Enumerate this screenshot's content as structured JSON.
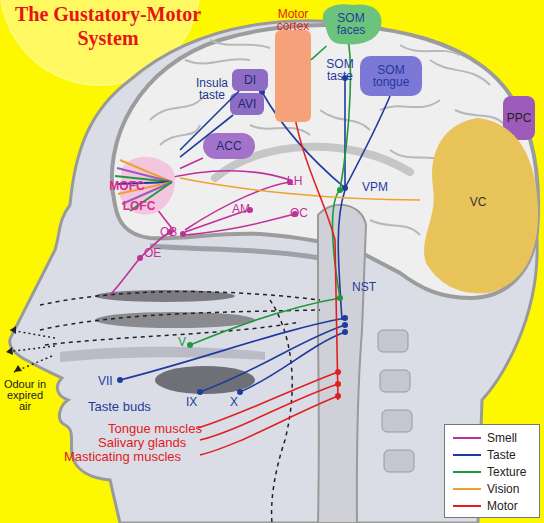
{
  "diagram": {
    "title": "The Gustatory-Motor System",
    "nodes": [
      {
        "text": [
          "Motor cortex"
        ]
      },
      {
        "text": [
          "SOM faces"
        ]
      },
      {
        "text": [
          "DI"
        ]
      },
      {
        "text": [
          "SOM tongue"
        ]
      },
      {
        "text": [
          "AVI"
        ]
      },
      {
        "text": [
          "PPC"
        ]
      },
      {
        "text": [
          "ACC"
        ]
      },
      {
        "text": [
          "VC"
        ]
      },
      {
        "text": [
          "MOFC",
          "LOFC"
        ]
      }
    ],
    "edges": [
      {
        "from": 8,
        "to": 2,
        "arrow": "none"
      },
      {
        "from": 8,
        "to": 4,
        "arrow": "none"
      },
      {
        "from": 1,
        "to": 0,
        "arrow": "none"
      },
      {
        "from": 8,
        "to": 6,
        "arrow": "none"
      }
    ],
    "labels": [
      "SOM taste",
      "Insula taste",
      "AM",
      "LH",
      "OC",
      "VPM",
      "OB",
      "OE",
      "NST",
      "V",
      "VII",
      "Taste buds",
      "IX",
      "X",
      "Tongue muscles",
      "Salivary glands",
      "Masticating muscles",
      "Odour in expired air"
    ],
    "legend": [
      {
        "text": "Smell"
      },
      {
        "text": "Taste"
      },
      {
        "text": "Texture"
      },
      {
        "text": "Vision"
      },
      {
        "text": "Motor"
      }
    ]
  }
}
